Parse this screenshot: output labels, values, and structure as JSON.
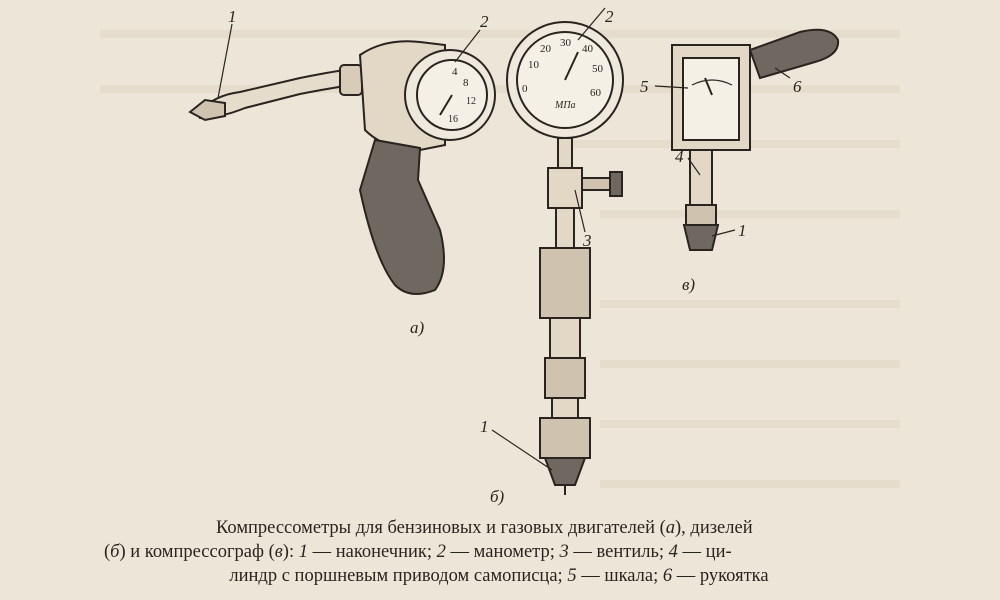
{
  "figure": {
    "sub_labels": {
      "a": "а)",
      "b": "б)",
      "c": "в)"
    },
    "callouts": {
      "a_1": "1",
      "a_2": "2",
      "b_2": "2",
      "b_3": "3",
      "b_1": "1",
      "c_5": "5",
      "c_6": "6",
      "c_4": "4",
      "c_1": "1"
    },
    "gauge_a_ticks": [
      "4",
      "8",
      "12",
      "16"
    ],
    "gauge_b_ticks": [
      "0",
      "10",
      "20",
      "30",
      "40",
      "50",
      "60"
    ],
    "gauge_b_unit": "МПа"
  },
  "caption": {
    "line1": "Компрессометры для бензиновых и газовых двигателей (",
    "a": "а",
    "line1_end": "), дизелей",
    "b_open": "(",
    "b": "б",
    "line2_a": ") и компрессограф (",
    "c": "в",
    "line2_b": "): ",
    "n1": "1",
    "t1": " — наконечник; ",
    "n2": "2",
    "t2": " — манометр; ",
    "n3": "3",
    "t3": " — вентиль;  ",
    "n4": "4",
    "t4": " — ци-",
    "line3_a": "линдр с поршневым приводом самописца; ",
    "n5": "5",
    "t5": " — шкала; ",
    "n6": "6",
    "t6": " — рукоятка"
  }
}
